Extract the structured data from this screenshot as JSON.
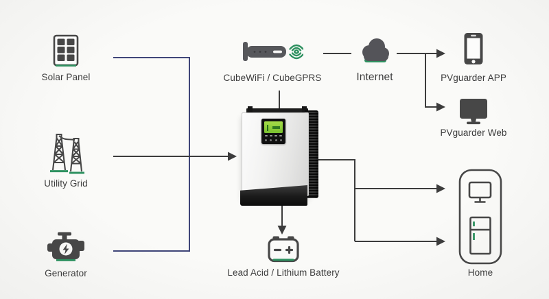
{
  "diagram": {
    "type": "system-connection-diagram",
    "nodes": {
      "solar_panel": {
        "label": "Solar Panel",
        "icon": "solar-panel-icon"
      },
      "utility_grid": {
        "label": "Utility Grid",
        "icon": "transmission-tower-icon"
      },
      "generator": {
        "label": "Generator",
        "icon": "engine-generator-icon"
      },
      "cube_wifi": {
        "label": "CubeWiFi / CubeGPRS",
        "icon": "wifi-dongle-icon"
      },
      "internet": {
        "label": "Internet",
        "icon": "cloud-icon"
      },
      "pvguarder_app": {
        "label": "PVguarder APP",
        "icon": "smartphone-icon"
      },
      "pvguarder_web": {
        "label": "PVguarder Web",
        "icon": "desktop-monitor-icon"
      },
      "inverter": {
        "icon": "solar-inverter-photo"
      },
      "battery": {
        "label": "Lead Acid / Lithium Battery",
        "icon": "battery-icon"
      },
      "home": {
        "label": "Home",
        "icon": "home-appliances-icon"
      }
    },
    "connections": [
      {
        "from": "solar_panel",
        "to": "inverter",
        "arrow": false
      },
      {
        "from": "utility_grid",
        "to": "inverter",
        "arrow": true
      },
      {
        "from": "generator",
        "to": "inverter",
        "arrow": false
      },
      {
        "from": "cube_wifi",
        "to": "inverter",
        "arrow": false
      },
      {
        "from": "cube_wifi",
        "to": "internet",
        "arrow": false
      },
      {
        "from": "internet",
        "to": "pvguarder_app",
        "arrow": true
      },
      {
        "from": "internet",
        "to": "pvguarder_web",
        "arrow": true
      },
      {
        "from": "inverter",
        "to": "battery",
        "arrow": true
      },
      {
        "from": "inverter",
        "to": "home",
        "arrow": true
      }
    ]
  },
  "colors": {
    "accent_green": "#2e9160",
    "bus_navy": "#3f4578",
    "line_dark": "#3c3c3c",
    "icon_dark": "#474747",
    "device_gray": "#56575b",
    "background": "#f7f7f5",
    "label_text": "#3c3c3c"
  }
}
